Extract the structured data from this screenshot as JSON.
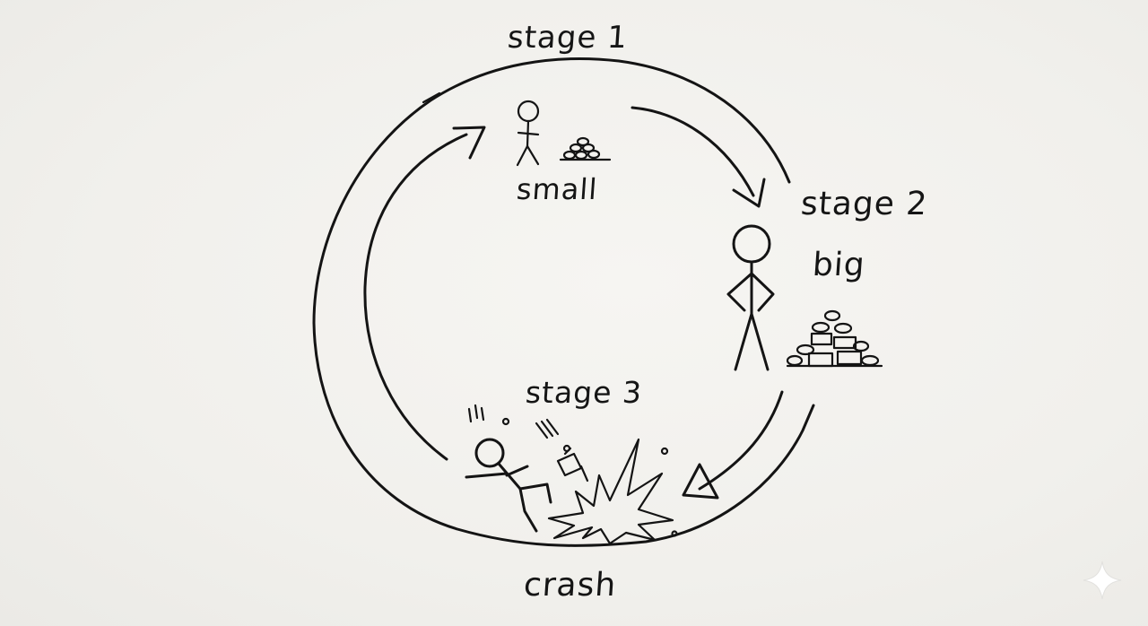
{
  "diagram": {
    "labels": {
      "stage1": "stage 1",
      "small": "small",
      "stage2": "stage 2",
      "big": "big",
      "stage3": "stage 3",
      "crash": "crash"
    },
    "icons": [
      "sparkle-icon"
    ]
  }
}
